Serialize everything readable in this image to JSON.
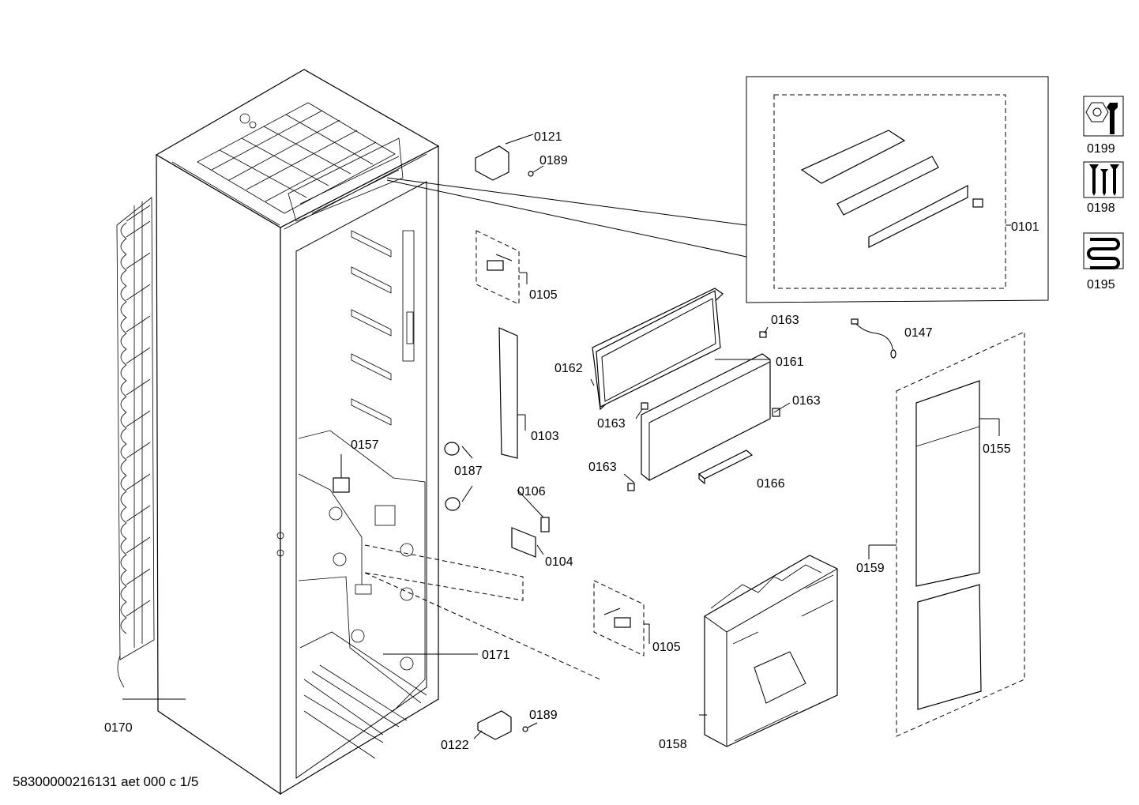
{
  "labels": {
    "p0121": "0121",
    "p0189a": "0189",
    "p0105a": "0105",
    "p0101": "0101",
    "p0199": "0199",
    "p0198": "0198",
    "p0195": "0195",
    "p0163a": "0163",
    "p0147": "0147",
    "p0162": "0162",
    "p0161": "0161",
    "p0163b": "0163",
    "p0163c": "0163",
    "p0103": "0103",
    "p0155": "0155",
    "p0157": "0157",
    "p0187": "0187",
    "p0163d": "0163",
    "p0166": "0166",
    "p0106": "0106",
    "p0104": "0104",
    "p0159": "0159",
    "p0171": "0171",
    "p0105b": "0105",
    "p0170": "0170",
    "p0189b": "0189",
    "p0122": "0122",
    "p0158": "0158"
  },
  "icons": [
    "wrench-nut-icon",
    "screws-icon",
    "coil-icon"
  ],
  "footer": "58300000216131 aet 000 c 1/5"
}
